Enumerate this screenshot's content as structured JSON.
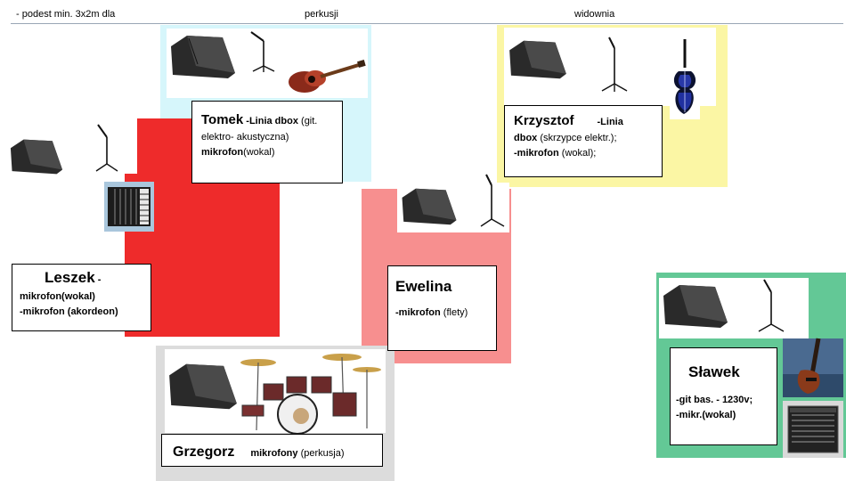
{
  "header": {
    "left": "- podest min. 3x2m dla",
    "center": "perkusji",
    "right": "widownia"
  },
  "colors": {
    "tomek_zone": "#d6f6fb",
    "leszek_zone": "#ee2b2b",
    "krzysztof_zone": "#fbf6a4",
    "ewelina_zone": "#f78f8f",
    "grzegorz_zone": "#dcdcdc",
    "slawek_zone": "#63c896"
  },
  "musicians": {
    "tomek": {
      "name": "Tomek",
      "line1_bold": "-Linia dbox",
      "line1_rest": " (git.",
      "line2": "elektro- akustyczna)",
      "line3_bold": "mikrofon",
      "line3_rest": "(wokal)"
    },
    "krzysztof": {
      "name": "Krzysztof",
      "name_suffix": "-Linia",
      "line2_bold": "dbox",
      "line2_rest": " (skrzypce elektr.);",
      "line3_bold": "-mikrofon",
      "line3_rest": " (wokal);"
    },
    "leszek": {
      "name": "Leszek",
      "name_suffix": " -",
      "line2": "mikrofon(wokal)",
      "line3": "-mikrofon (akordeon)"
    },
    "ewelina": {
      "name": "Ewelina",
      "line2_bold": "-mikrofon",
      "line2_rest": " (flety)"
    },
    "grzegorz": {
      "name": "Grzegorz",
      "line_bold": "mikrofony",
      "line_rest": " (perkusja)"
    },
    "slawek": {
      "name": "Sławek",
      "line2": "-git bas. - 1230v;",
      "line3": "-mikr.(wokal)"
    }
  },
  "icons": {
    "monitor": "stage-monitor-icon",
    "mic_stand": "microphone-stand-icon",
    "acoustic_guitar": "acoustic-guitar-icon",
    "violin": "electric-violin-icon",
    "accordion": "accordion-icon",
    "drum_kit": "drum-kit-icon",
    "bass_guitar": "bass-guitar-icon",
    "amplifier": "bass-amp-icon"
  }
}
